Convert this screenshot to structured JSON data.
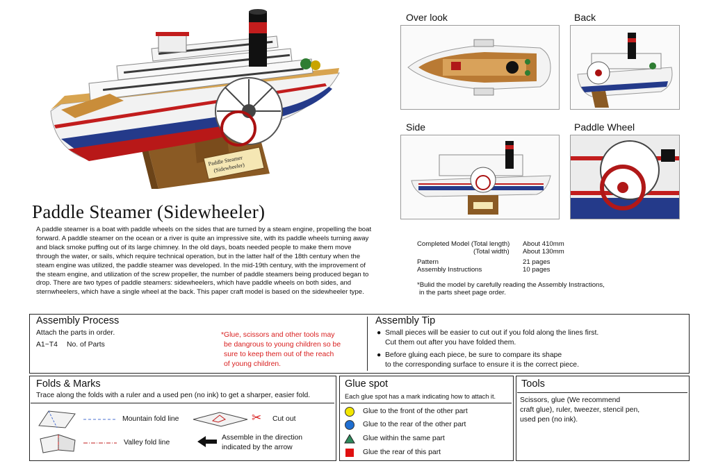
{
  "title": "Paddle Steamer (Sidewheeler)",
  "description": "A paddle steamer is a boat with paddle wheels on the sides that are turned by a steam engine, propelling the boat forward. A paddle steamer on the ocean or a river is quite an impressive site, with its paddle wheels turning away and black smoke puffing out of its large chimney. In the old days, boats needed people to make them move through the water, or sails, which require technical operation, but in the latter half of the 18th century when the steam engine was utilized, the paddle steamer was developed. In the mid-19th century, with the improvement of the steam engine, and utilization of the screw propeller, the number of paddle steamers being produced began to drop. There are two types of paddle steamers: sidewheelers, which have paddle wheels on both sides, and sternwheelers, which have a single wheel at the back. This paper craft model is based on the sidewheeler type.",
  "model_plaque": {
    "line1": "Paddle Steamer",
    "line2": "(Sidewheeler)"
  },
  "views": {
    "over_look": "Over look",
    "back": "Back",
    "side": "Side",
    "paddle_wheel": "Paddle Wheel"
  },
  "specs": {
    "completed_model": "Completed Model (Total length)",
    "total_width": "(Total width)",
    "length_value": "About 410mm",
    "width_value": "About 130mm",
    "pattern": "Pattern",
    "pattern_value": "21 pages",
    "assembly_instructions": "Assembly Instructions",
    "assembly_value": "10 pages",
    "note_line1": "*Bulid the model by carefully reading the Assembly Instractions,",
    "note_line2": "in the parts sheet page order."
  },
  "assembly_process": {
    "heading": "Assembly Process",
    "line1": "Attach the parts in order.",
    "parts_code": "A1~T4",
    "parts_label": "No. of Parts",
    "warning1": "*Glue, scissors and other tools may",
    "warning2": "be dangrous to young children so be",
    "warning3": "sure to keep them out of the reach",
    "warning4": "of young children."
  },
  "assembly_tip": {
    "heading": "Assembly Tip",
    "tip1_line1": "Small pieces will be easier to cut out if you fold along the lines first.",
    "tip1_line2": "Cut them out after you have folded them.",
    "tip2_line1": "Before gluing each piece, be sure to compare its shape",
    "tip2_line2": "to the corresponding surface to ensure it is the correct piece."
  },
  "folds": {
    "heading": "Folds & Marks",
    "intro": "Trace along the folds with a ruler and a used pen (no ink) to get a sharper, easier fold.",
    "mountain": "Mountain fold line",
    "valley": "Valley fold line",
    "cut": "Cut out",
    "arrow1": "Assemble in the direction",
    "arrow2": "indicated by the arrow"
  },
  "glue": {
    "heading": "Glue spot",
    "intro": "Each glue spot has a mark indicating how to attach it.",
    "items": [
      {
        "label": "Glue to the front of the other part",
        "color": "#f2e600"
      },
      {
        "label": "Glue to the rear of the other part",
        "color": "#1f6fd1"
      },
      {
        "label": "Glue within the same part",
        "color": "#2e8a5c"
      },
      {
        "label": "Glue the rear of this part",
        "color": "#e01010"
      }
    ]
  },
  "tools": {
    "heading": "Tools",
    "line1": "Scissors, glue (We recommend",
    "line2": "craft glue), ruler, tweezer, stencil pen,",
    "line3": "used pen (no ink)."
  }
}
